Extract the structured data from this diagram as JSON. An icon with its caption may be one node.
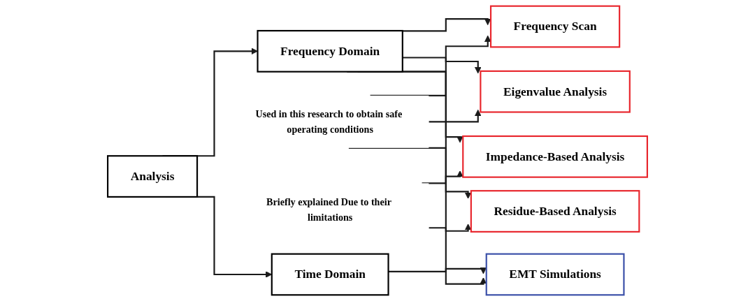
{
  "diagram": {
    "nodes": [
      {
        "text": [
          "Analysis"
        ]
      },
      {
        "text": [
          "Frequency Domain"
        ]
      },
      {
        "text": [
          "Time Domain"
        ]
      },
      {
        "text": [
          "Frequency Scan"
        ]
      },
      {
        "text": [
          "Eigenvalue Analysis"
        ]
      },
      {
        "text": [
          "Impedance-Based Analysis"
        ]
      },
      {
        "text": [
          "Residue-Based Analysis"
        ]
      },
      {
        "text": [
          "EMT Simulations"
        ]
      },
      {
        "text": [
          "Briefly explained Due to their limitations"
        ]
      },
      {
        "text": [
          "Used in this research to obtain safe operating conditions"
        ]
      }
    ],
    "edges": [
      {
        "from": 0,
        "to": 1,
        "arrow": "to"
      },
      {
        "from": 0,
        "to": 2,
        "arrow": "to"
      },
      {
        "from": 1,
        "to": 3,
        "arrow": "to"
      },
      {
        "from": 1,
        "to": 4,
        "arrow": "to"
      },
      {
        "from": 1,
        "to": 5,
        "arrow": "to"
      },
      {
        "from": 1,
        "to": 6,
        "arrow": "to"
      },
      {
        "from": 2,
        "to": 7,
        "arrow": "to"
      },
      {
        "from": 8,
        "to": 5,
        "arrow": "to"
      },
      {
        "from": 8,
        "to": 6,
        "arrow": "to"
      },
      {
        "from": 9,
        "to": 3,
        "arrow": "to"
      },
      {
        "from": 9,
        "to": 4,
        "arrow": "to"
      },
      {
        "from": 9,
        "to": 7,
        "arrow": "to"
      }
    ]
  }
}
